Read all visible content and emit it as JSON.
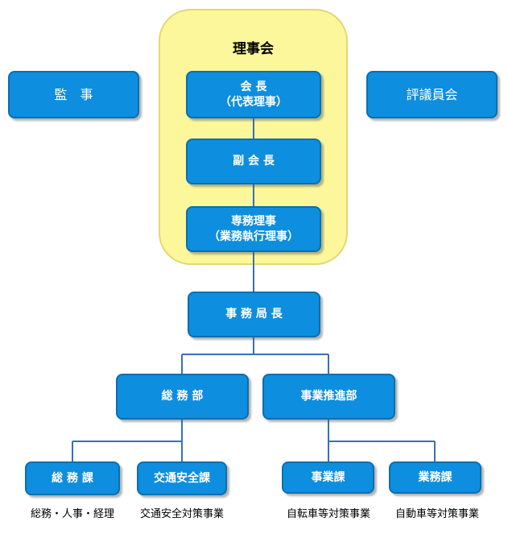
{
  "board": {
    "title": "理事会"
  },
  "nodes": {
    "kanji": "監　事",
    "hyogiinkai": "評議員会",
    "kaicho": {
      "line1": "会 長",
      "line2": "（代表理事）"
    },
    "fukukaicho": "副 会 長",
    "senmu": {
      "line1": "専務理事",
      "line2": "（業務執行理事）"
    },
    "jimukyokucho": "事 務 局 長",
    "somubu": "総 務 部",
    "jigyosuishinbu": "事業推進部",
    "somuka": "総 務 課",
    "kotsuanzenka": "交通安全課",
    "jigyoka": "事業課",
    "gyomuka": "業務課"
  },
  "captions": {
    "somuka": "総務・人事・経理",
    "kotsuanzenka": "交通安全対策事業",
    "jigyoka": "自転車等対策事業",
    "gyomuka": "自動車等対策事業"
  },
  "colors": {
    "box_fill": "#0e8ede",
    "box_border": "#0a6fb0",
    "board_fill": "#fbf79a",
    "connector": "#3a6fb8"
  }
}
